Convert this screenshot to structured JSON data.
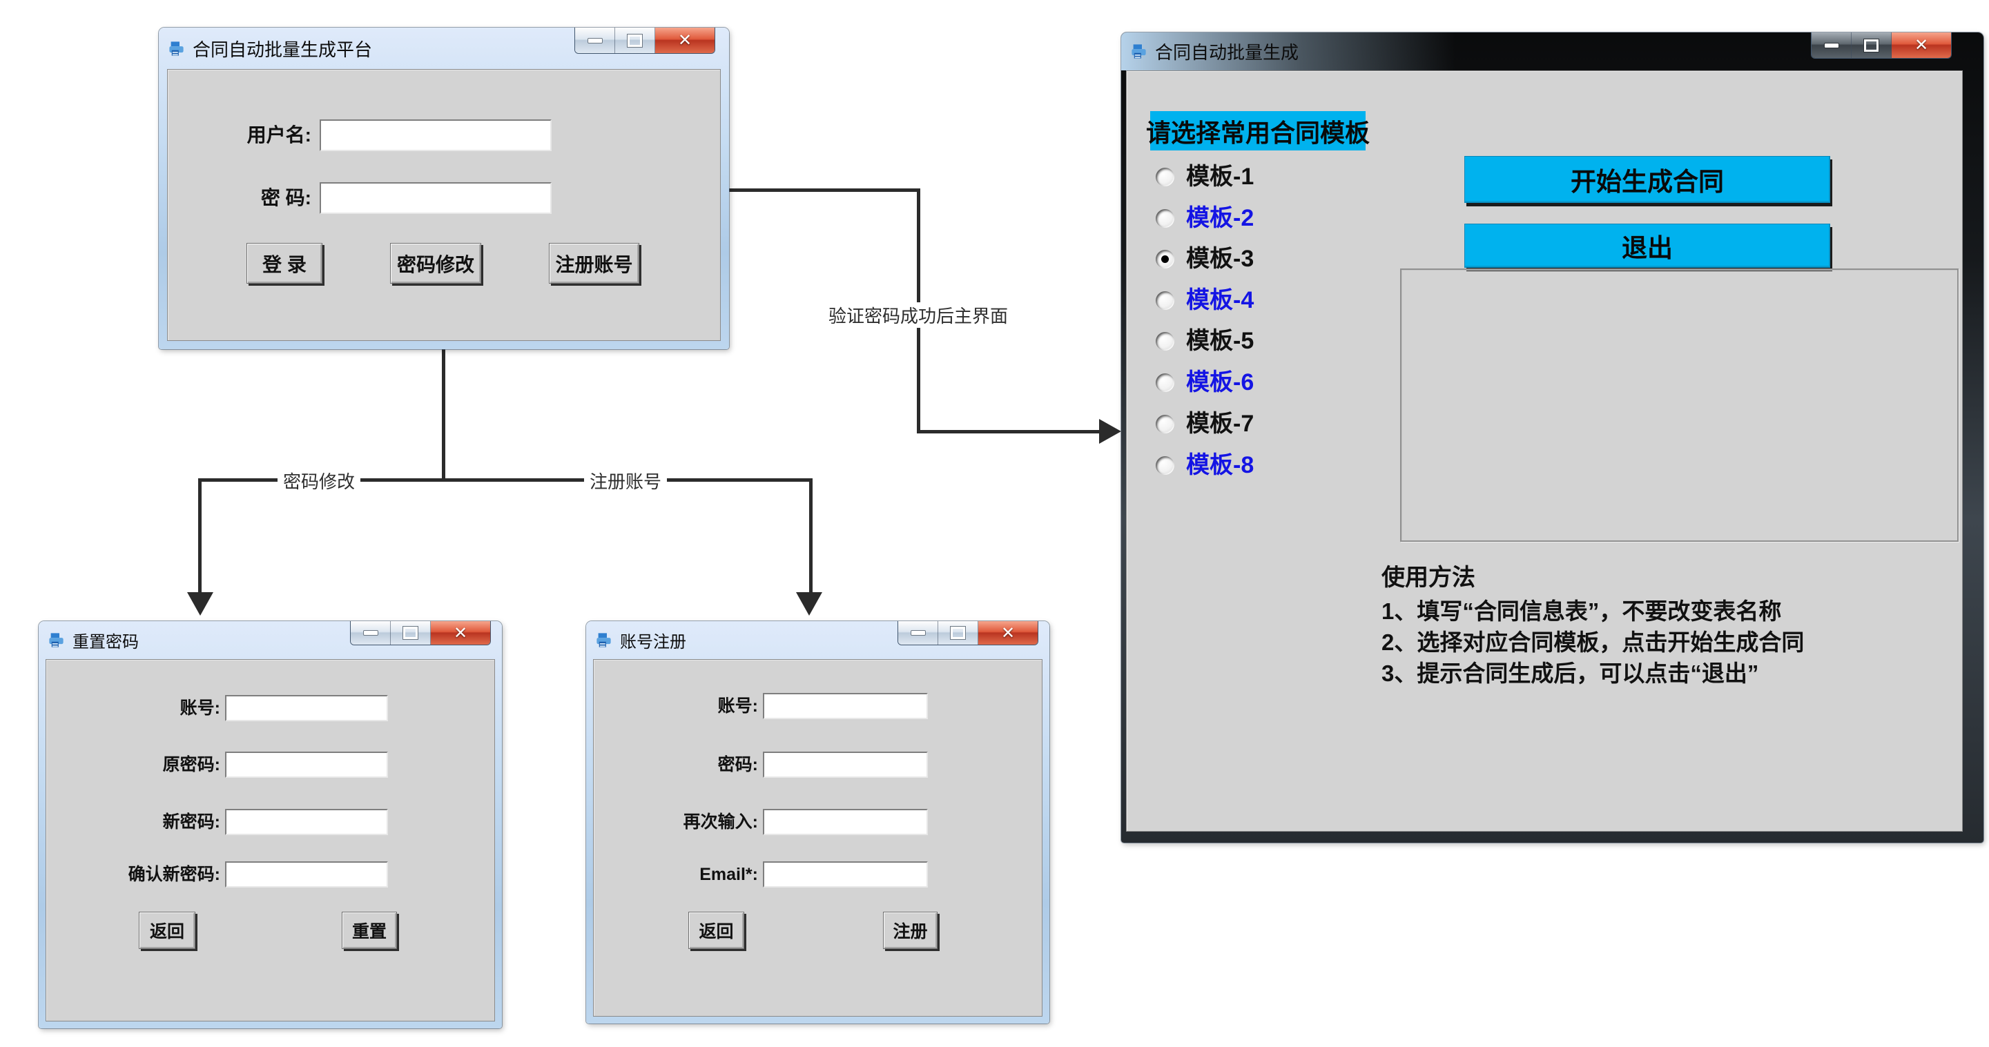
{
  "colors": {
    "accent_cyan": "#00b2ee",
    "template_link_blue": "#1414e4",
    "titlebar_blue": "#bdd6ee",
    "close_red": "#b93420",
    "client_gray": "#d3d3d3",
    "connector_black": "#2b2b2b"
  },
  "icons": {
    "app_icon": "app-icon",
    "minimize": "minimize-icon",
    "maximize": "maximize-icon",
    "close": "close-icon",
    "close_glyph": "✕"
  },
  "connectors": {
    "main_flow_label": "验证密码成功后主界面",
    "branch_left_label": "密码修改",
    "branch_right_label": "注册账号"
  },
  "windows": {
    "login": {
      "title": "合同自动批量生成平台",
      "fields": [
        {
          "label": "用户名:",
          "value": ""
        },
        {
          "label": "密 码:",
          "value": ""
        }
      ],
      "buttons": [
        {
          "label": "登 录"
        },
        {
          "label": "密码修改"
        },
        {
          "label": "注册账号"
        }
      ]
    },
    "reset": {
      "title": "重置密码",
      "fields": [
        {
          "label": "账号:",
          "value": ""
        },
        {
          "label": "原密码:",
          "value": ""
        },
        {
          "label": "新密码:",
          "value": ""
        },
        {
          "label": "确认新密码:",
          "value": ""
        }
      ],
      "buttons": [
        {
          "label": "返回"
        },
        {
          "label": "重置"
        }
      ]
    },
    "register": {
      "title": "账号注册",
      "fields": [
        {
          "label": "账号:",
          "value": ""
        },
        {
          "label": "密码:",
          "value": ""
        },
        {
          "label": "再次输入:",
          "value": ""
        },
        {
          "label": "Email*:",
          "value": ""
        }
      ],
      "buttons": [
        {
          "label": "返回"
        },
        {
          "label": "注册"
        }
      ]
    },
    "main": {
      "title": "合同自动批量生成",
      "template_header": "请选择常用合同模板",
      "templates": [
        {
          "label": "模板-1",
          "color": "black",
          "state": ""
        },
        {
          "label": "模板-2",
          "color": "blue",
          "state": ""
        },
        {
          "label": "模板-3",
          "color": "black",
          "state": "selected"
        },
        {
          "label": "模板-4",
          "color": "blue",
          "state": ""
        },
        {
          "label": "模板-5",
          "color": "black",
          "state": ""
        },
        {
          "label": "模板-6",
          "color": "blue",
          "state": ""
        },
        {
          "label": "模板-7",
          "color": "black",
          "state": ""
        },
        {
          "label": "模板-8",
          "color": "blue",
          "state": ""
        }
      ],
      "buttons": [
        {
          "label": "开始生成合同"
        },
        {
          "label": "退出"
        }
      ],
      "usage_title": "使用方法",
      "usage": [
        "1、填写“合同信息表”，不要改变表名称",
        "2、选择对应合同模板，点击开始生成合同",
        "3、提示合同生成后，可以点击“退出”"
      ]
    }
  }
}
